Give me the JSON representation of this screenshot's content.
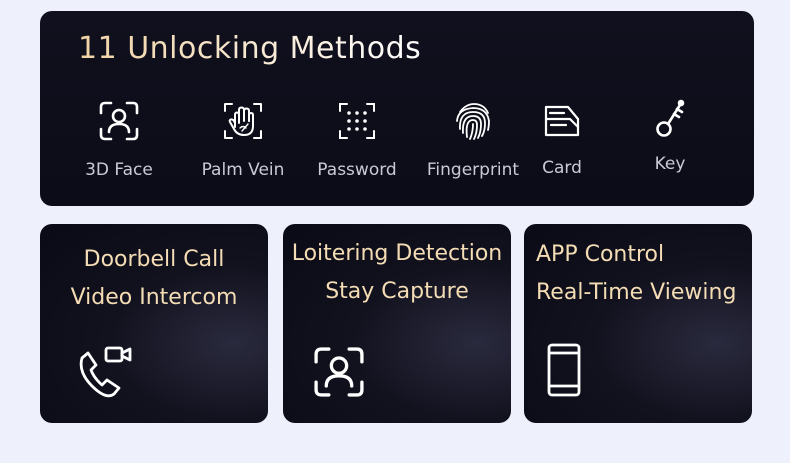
{
  "methods_panel": {
    "title": "11 Unlocking Methods",
    "methods": [
      {
        "label": "3D Face",
        "icon": "face-scan-icon"
      },
      {
        "label": "Palm Vein",
        "icon": "palm-vein-icon"
      },
      {
        "label": "Password",
        "icon": "keypad-icon"
      },
      {
        "label": "Fingerprint",
        "icon": "fingerprint-icon"
      },
      {
        "label": "Card",
        "icon": "card-icon"
      },
      {
        "label": "Key",
        "icon": "key-icon"
      }
    ]
  },
  "feature_cards": [
    {
      "line1": "Doorbell Call",
      "line2": "Video Intercom",
      "icon": "phone-video-icon"
    },
    {
      "line1": "Loitering Detection",
      "line2": "Stay Capture",
      "icon": "face-scan-icon"
    },
    {
      "line1": "APP Control",
      "line2": "Real-Time Viewing",
      "icon": "smartphone-icon"
    }
  ],
  "colors": {
    "page_background": "#eef0fb",
    "panel_background": "#0c0c18",
    "title_gold": "#f1d2a4",
    "label_grey": "#c9cad6"
  }
}
